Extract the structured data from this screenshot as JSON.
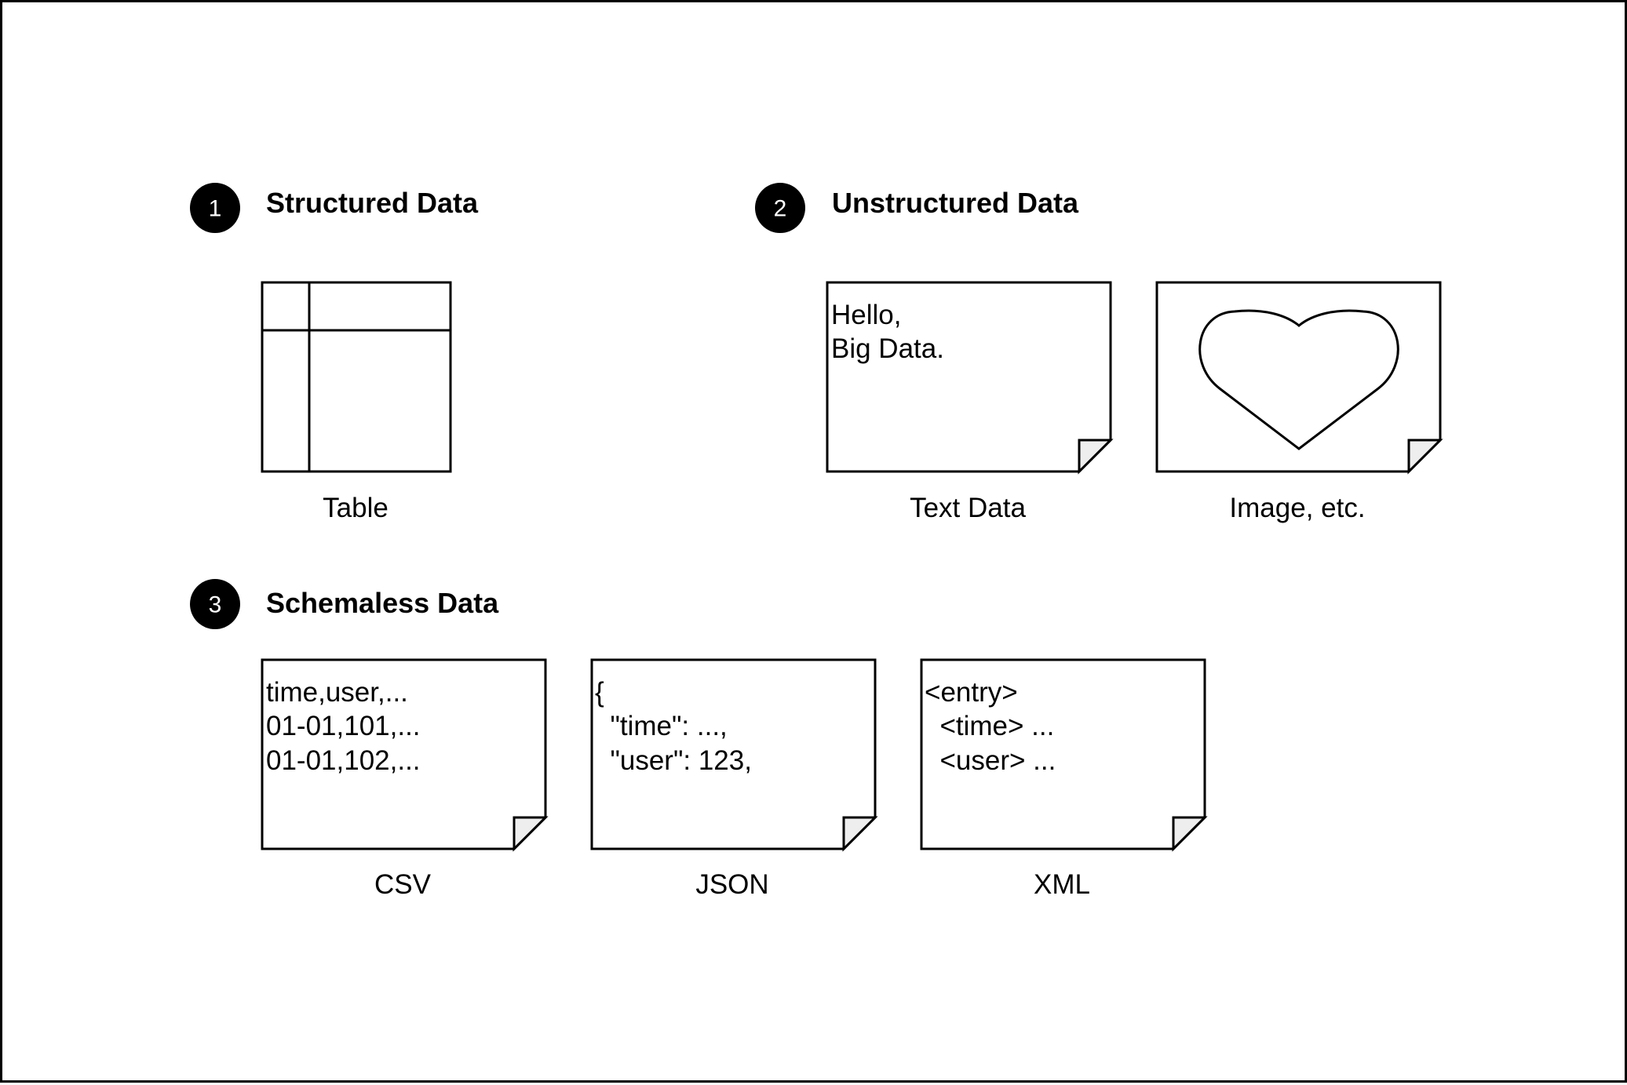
{
  "sections": [
    {
      "number": "1",
      "title": "Structured Data"
    },
    {
      "number": "2",
      "title": "Unstructured Data"
    },
    {
      "number": "3",
      "title": "Schemaless Data"
    }
  ],
  "items": {
    "table": {
      "caption": "Table"
    },
    "text_data": {
      "caption": "Text Data",
      "lines": [
        "Hello,",
        "Big Data."
      ]
    },
    "image": {
      "caption": "Image, etc.",
      "icon": "heart-icon"
    },
    "csv": {
      "caption": "CSV",
      "lines": [
        "time,user,...",
        "01-01,101,...",
        "01-01,102,..."
      ]
    },
    "json": {
      "caption": "JSON",
      "lines": [
        "{",
        "  \"time\": ...,",
        "  \"user\": 123,"
      ]
    },
    "xml": {
      "caption": "XML",
      "lines": [
        "<entry>",
        "  <time> ...",
        "  <user> ..."
      ]
    }
  }
}
